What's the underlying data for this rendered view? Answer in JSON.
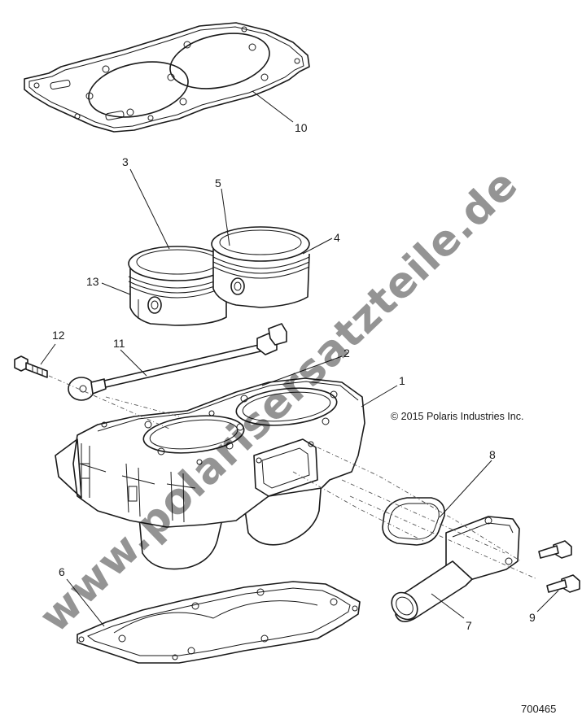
{
  "diagram": {
    "callouts": [
      {
        "id": "1",
        "label": "1"
      },
      {
        "id": "2",
        "label": "2"
      },
      {
        "id": "3",
        "label": "3"
      },
      {
        "id": "4",
        "label": "4"
      },
      {
        "id": "5",
        "label": "5"
      },
      {
        "id": "6",
        "label": "6"
      },
      {
        "id": "7",
        "label": "7"
      },
      {
        "id": "8",
        "label": "8"
      },
      {
        "id": "9",
        "label": "9"
      },
      {
        "id": "10",
        "label": "10"
      },
      {
        "id": "11",
        "label": "11"
      },
      {
        "id": "12",
        "label": "12"
      },
      {
        "id": "13",
        "label": "13"
      }
    ],
    "copyright": "© 2015 Polaris Industries Inc.",
    "document_number": "700465",
    "watermark": "www.polarisersatzteile.de"
  }
}
